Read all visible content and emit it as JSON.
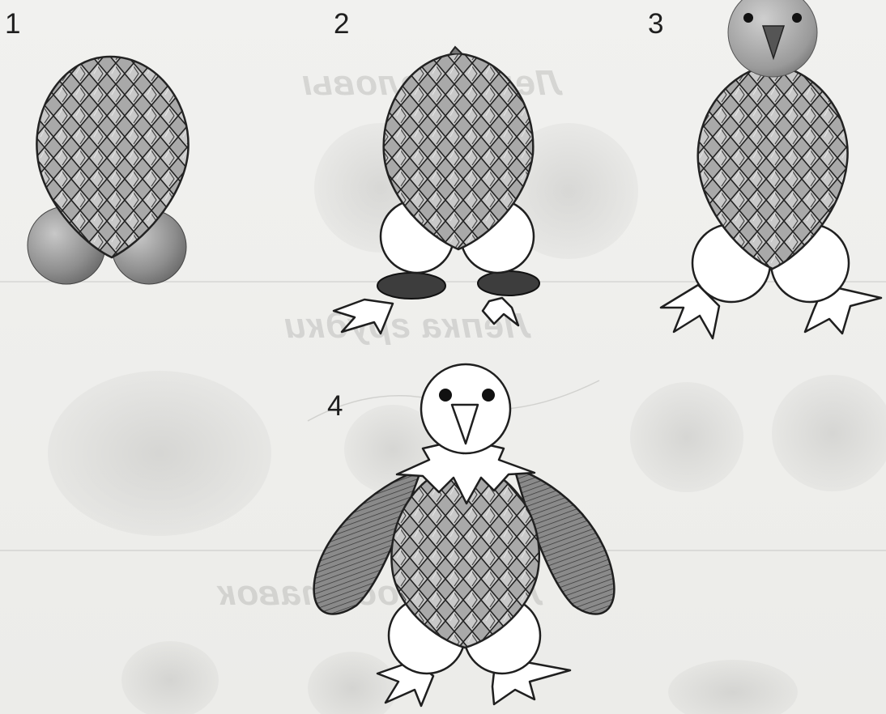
{
  "steps": [
    {
      "number": "1"
    },
    {
      "number": "2"
    },
    {
      "number": "3"
    },
    {
      "number": "4"
    }
  ],
  "background_bleed_text": [
    "Лепка головы",
    "Лепка грудки",
    "Лепка подставок"
  ],
  "colors": {
    "paper": "#efefed",
    "ink": "#1f1f1f",
    "cone": "#8f8f8f",
    "wing": "#7c7c7c",
    "ball": "#999999"
  }
}
